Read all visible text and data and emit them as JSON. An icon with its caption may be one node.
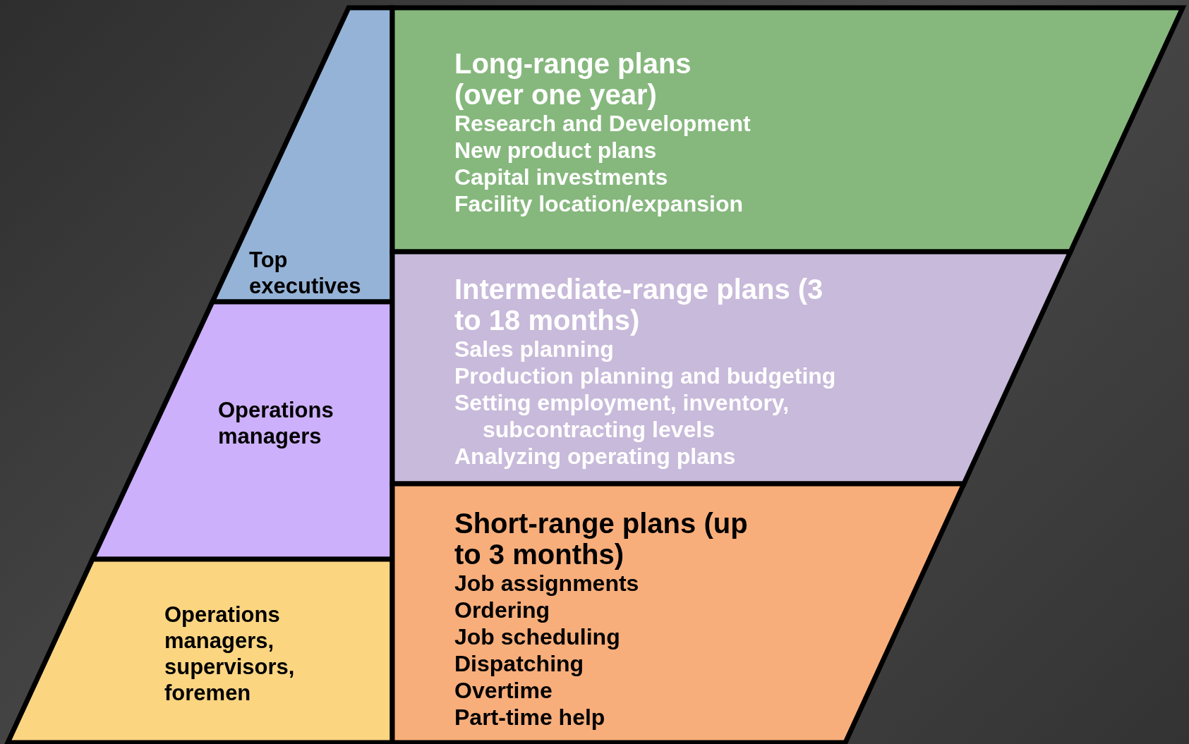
{
  "diagram": {
    "nodes": [
      {
        "text": [
          "Top executives"
        ]
      },
      {
        "text": [
          "Long-range plans (over one year)",
          "Research and Development",
          "New product plans",
          "Capital investments",
          "Facility location/expansion"
        ]
      },
      {
        "text": [
          "Operations managers"
        ]
      },
      {
        "text": [
          "Intermediate-range plans (3 to 18 months)",
          "Sales planning",
          "Production planning and budgeting",
          "Setting employment, inventory, subcontracting levels",
          "Analyzing operating plans"
        ]
      },
      {
        "text": [
          "Operations managers, supervisors, foremen"
        ]
      },
      {
        "text": [
          "Short-range plans (up to 3 months)",
          "Job assignments",
          "Ordering",
          "Job scheduling",
          "Dispatching",
          "Overtime",
          "Part-time help"
        ]
      }
    ]
  }
}
